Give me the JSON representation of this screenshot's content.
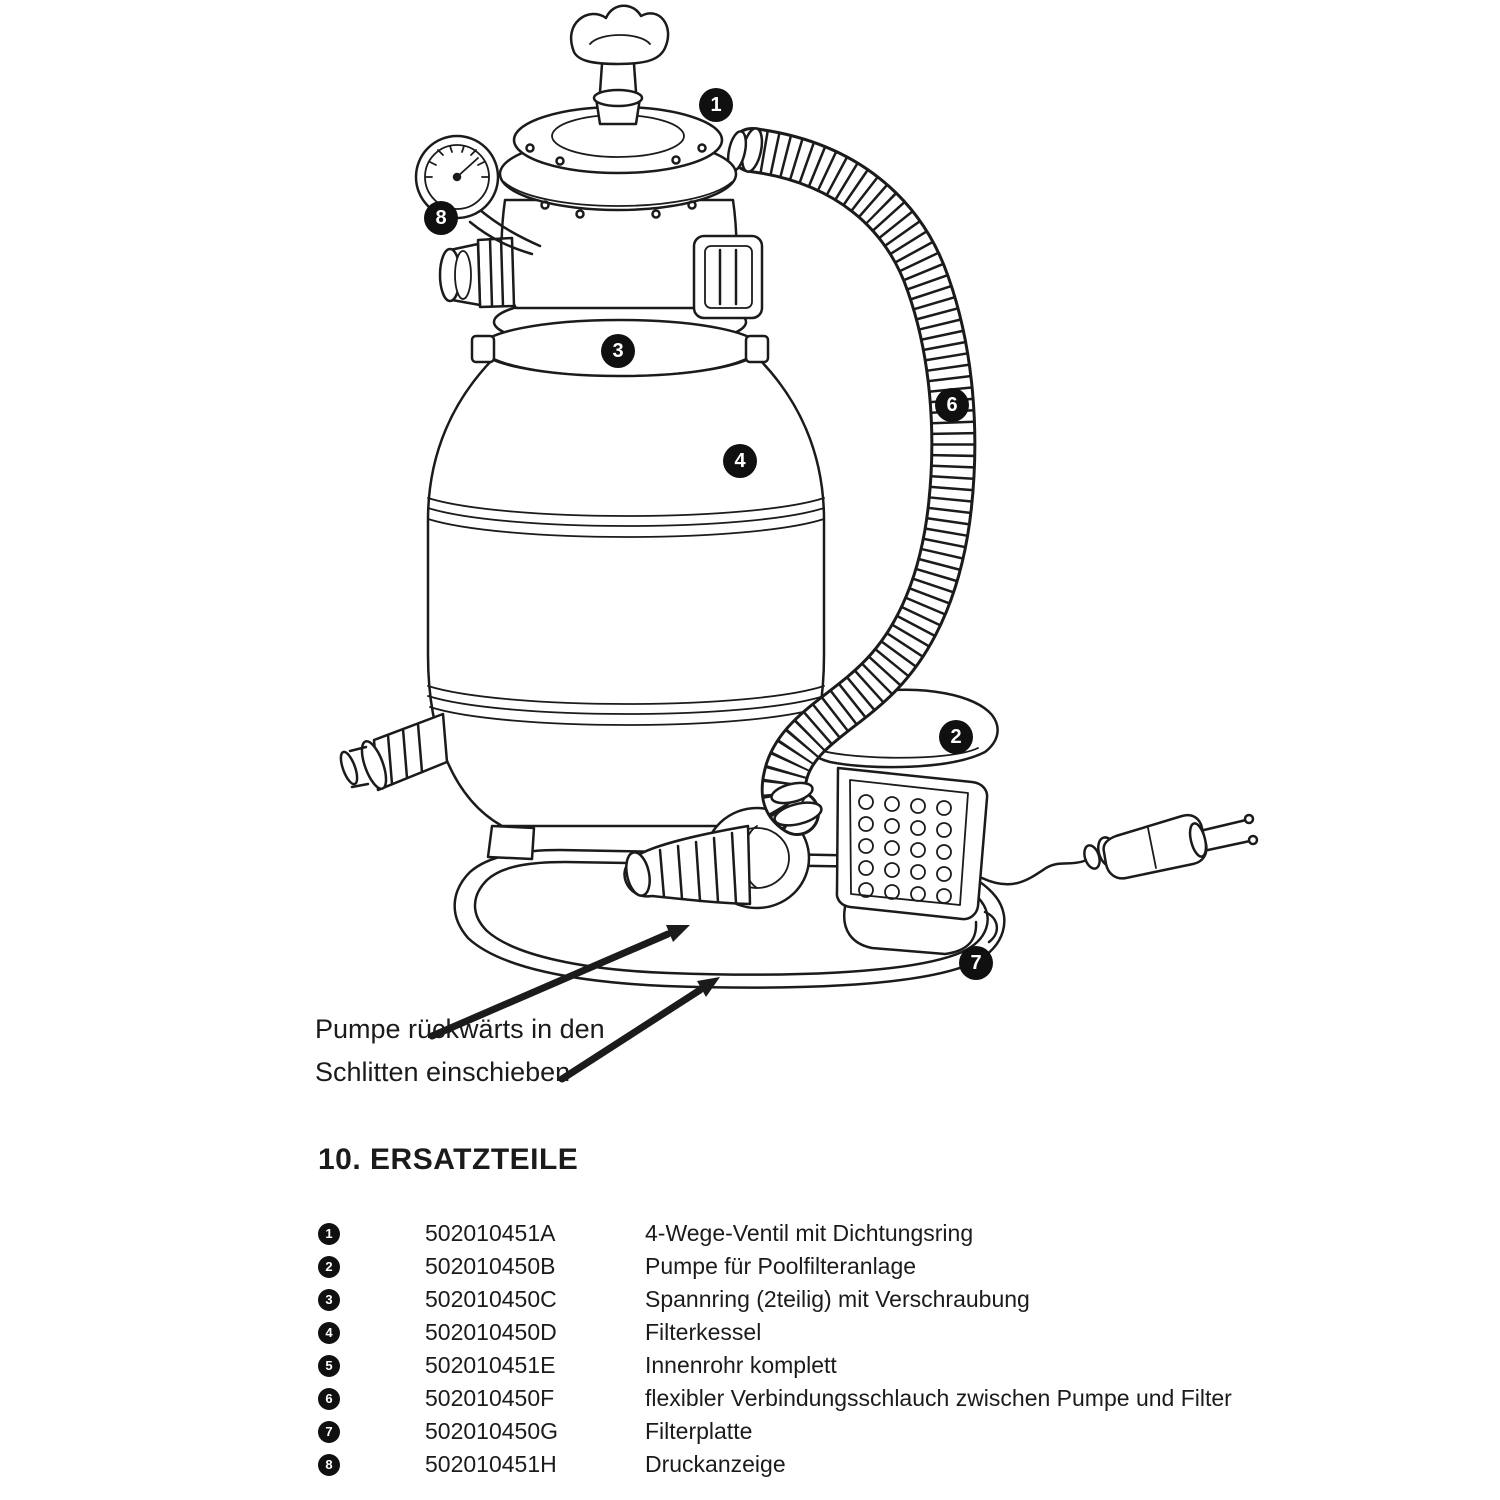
{
  "diagram": {
    "callouts": {
      "valve": "1",
      "pump": "2",
      "clamp_ring": "3",
      "tank": "4",
      "hose": "6",
      "plate": "7",
      "gauge": "8"
    },
    "annotation_line1": "Pumpe rückwärts in den",
    "annotation_line2": "Schlitten einschieben"
  },
  "parts_section": {
    "heading": "10. ERSATZTEILE",
    "rows": [
      {
        "num": "1",
        "code": "502010451A",
        "desc": "4-Wege-Ventil mit Dichtungsring"
      },
      {
        "num": "2",
        "code": "502010450B",
        "desc": "Pumpe für Poolfilteranlage"
      },
      {
        "num": "3",
        "code": "502010450C",
        "desc": "Spannring (2teilig) mit Verschraubung"
      },
      {
        "num": "4",
        "code": "502010450D",
        "desc": "Filterkessel"
      },
      {
        "num": "5",
        "code": "502010451E",
        "desc": "Innenrohr komplett"
      },
      {
        "num": "6",
        "code": "502010450F",
        "desc": "flexibler Verbindungsschlauch zwischen Pumpe und Filter"
      },
      {
        "num": "7",
        "code": "502010450G",
        "desc": "Filterplatte"
      },
      {
        "num": "8",
        "code": "502010451H",
        "desc": "Druckanzeige"
      }
    ]
  }
}
